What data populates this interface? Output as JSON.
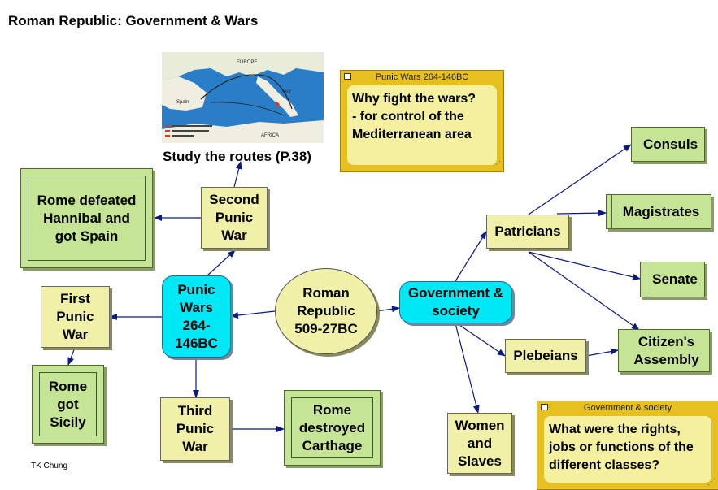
{
  "title": "Roman Republic: Government & Wars",
  "nodes": {
    "roman_republic": "Roman Republic 509-27BC",
    "punic_wars": "Punic Wars 264-146BC",
    "government_society": "Government & society",
    "first_punic_war": "First Punic War",
    "second_punic_war": "Second Punic War",
    "third_punic_war": "Third Punic War",
    "rome_got_sicily": "Rome got Sicily",
    "rome_defeated_hannibal": "Rome defeated Hannibal and got Spain",
    "rome_destroyed_carthage": "Rome destroyed Carthage",
    "patricians": "Patricians",
    "plebeians": "Plebeians",
    "women_and_slaves": "Women and Slaves",
    "consuls": "Consuls",
    "magistrates": "Magistrates",
    "senate": "Senate",
    "citizens_assembly": "Citizen's Assembly"
  },
  "map": {
    "caption": "Study the routes (P.38)",
    "labels": {
      "europe": "EUROPE",
      "spain": "Spain",
      "africa": "AFRICA",
      "italy": "ITALY"
    }
  },
  "notes": {
    "punic": {
      "header": "Punic Wars 264-146BC",
      "body": "Why fight the wars?\n- for control of the Mediterranean area"
    },
    "government": {
      "header": "Government & society",
      "body": "What were the rights, jobs or functions of the different classes?"
    }
  },
  "author": "TK Chung",
  "colors": {
    "khaki": "#f0f0a8",
    "green": "#c6e496",
    "cyan": "#00e8f6",
    "note": "#e6c020",
    "arrow": "#0a1a80"
  }
}
